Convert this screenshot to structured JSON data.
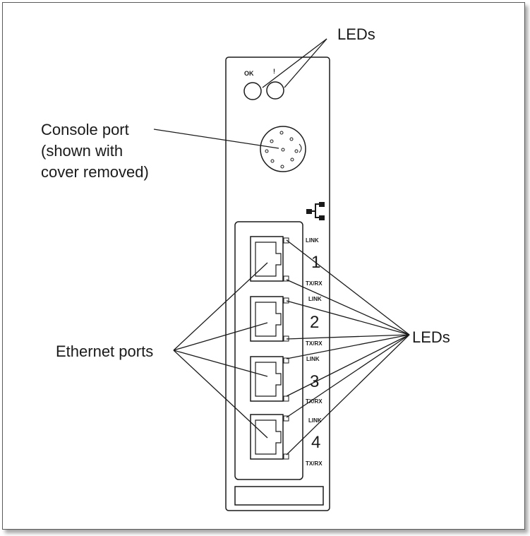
{
  "labels": {
    "leds_top": "LEDs",
    "console_port_line1": "Console port",
    "console_port_line2": "(shown with",
    "console_port_line3": "cover removed)",
    "ethernet_ports": "Ethernet ports",
    "leds_right": "LEDs"
  },
  "module": {
    "led_ok_label": "OK",
    "led_fault_label": "!",
    "ports": [
      {
        "number": "1",
        "link_label": "LINK",
        "txrx_label": "TX/RX"
      },
      {
        "number": "2",
        "link_label": "LINK",
        "txrx_label": "TX/RX"
      },
      {
        "number": "3",
        "link_label": "LINK",
        "txrx_label": "TX/RX"
      },
      {
        "number": "4",
        "link_label": "LINK",
        "txrx_label": "TX/RX"
      }
    ]
  },
  "colors": {
    "line": "#1a1a1a",
    "frame": "#5a5a5a"
  }
}
